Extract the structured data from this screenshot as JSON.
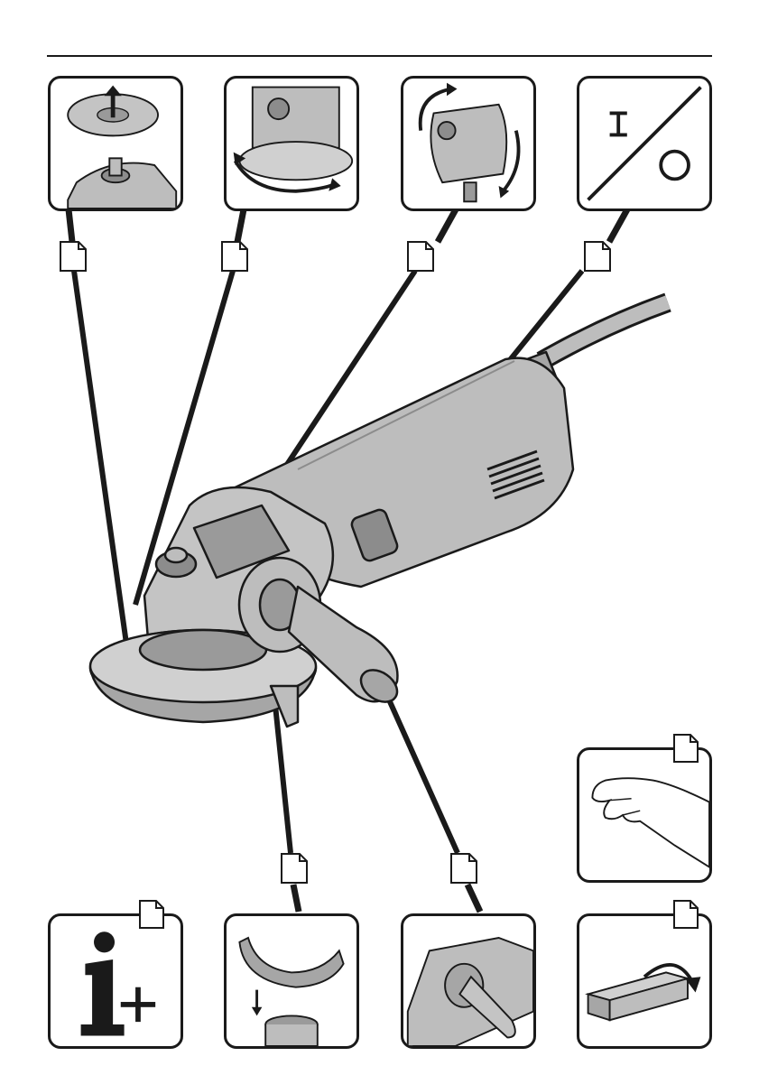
{
  "page": {
    "header_rule": true,
    "figure": "angle-grinder-overview"
  },
  "panels": {
    "disc_mount": {
      "icon": "disc-lift-icon"
    },
    "guard_rotate": {
      "icon": "guard-rotation-icon"
    },
    "head_rotate": {
      "icon": "gearhead-rotation-icon"
    },
    "on_off": {
      "icon": "on-off-switch-icon",
      "on_symbol": "I",
      "off_symbol": "O"
    },
    "hand_vibration": {
      "icon": "hand-vibration-icon"
    },
    "info_plus": {
      "icon": "info-plus-icon"
    },
    "guard_mount": {
      "icon": "guard-mount-icon"
    },
    "side_handle": {
      "icon": "side-handle-icon"
    },
    "package": {
      "icon": "box-open-icon"
    }
  },
  "colors": {
    "line": "#1a1a1a",
    "tool_body": "#bdbdbd",
    "tool_shadow": "#8c8c8c",
    "tool_light": "#d9d9d9"
  }
}
